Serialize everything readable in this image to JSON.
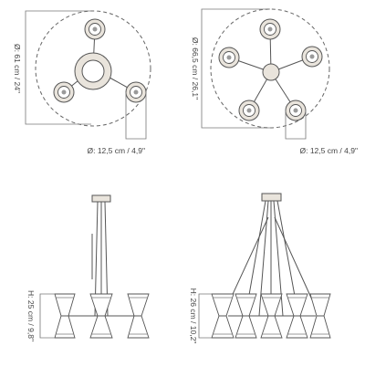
{
  "views": {
    "top_left": {
      "diameter_label": "Ø: 61 cm / 24\"",
      "shade_label": "Ø: 12,5 cm / 4,9\""
    },
    "top_right": {
      "diameter_label": "Ø: 66,5 cm / 26,1\"",
      "shade_label": "Ø: 12,5 cm / 4,9\""
    },
    "side_left": {
      "height_label": "H: 25 cm / 9,8\""
    },
    "side_right": {
      "height_label": "H: 26 cm / 10,2\""
    }
  }
}
